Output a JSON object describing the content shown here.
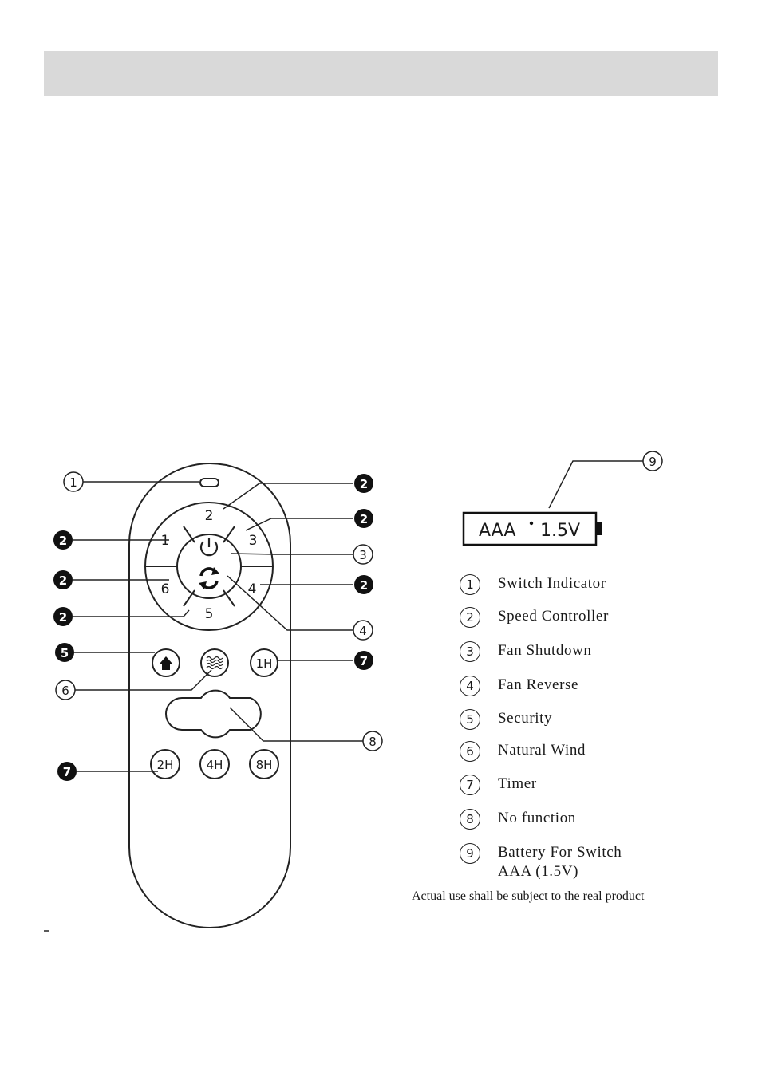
{
  "remote": {
    "speed_buttons": [
      "1",
      "2",
      "3",
      "4",
      "5",
      "6"
    ],
    "timer_buttons": [
      "1H",
      "2H",
      "4H",
      "8H"
    ]
  },
  "callouts": {
    "outlined": [
      "1",
      "3",
      "4",
      "6",
      "8",
      "9"
    ],
    "filled": [
      "2",
      "5",
      "7"
    ]
  },
  "battery": {
    "label_type": "AAA",
    "label_voltage": "1.5V"
  },
  "legend": [
    {
      "num": "1",
      "text": "Switch Indicator"
    },
    {
      "num": "2",
      "text": "Speed Controller"
    },
    {
      "num": "3",
      "text": "Fan Shutdown"
    },
    {
      "num": "4",
      "text": "Fan Reverse"
    },
    {
      "num": "5",
      "text": "Security"
    },
    {
      "num": "6",
      "text": "Natural Wind"
    },
    {
      "num": "7",
      "text": "Timer"
    },
    {
      "num": "8",
      "text": "No function"
    },
    {
      "num": "9",
      "text": "Battery For Switch\nAAA (1.5V)"
    }
  ],
  "note": "Actual use shall be subject to the real product"
}
